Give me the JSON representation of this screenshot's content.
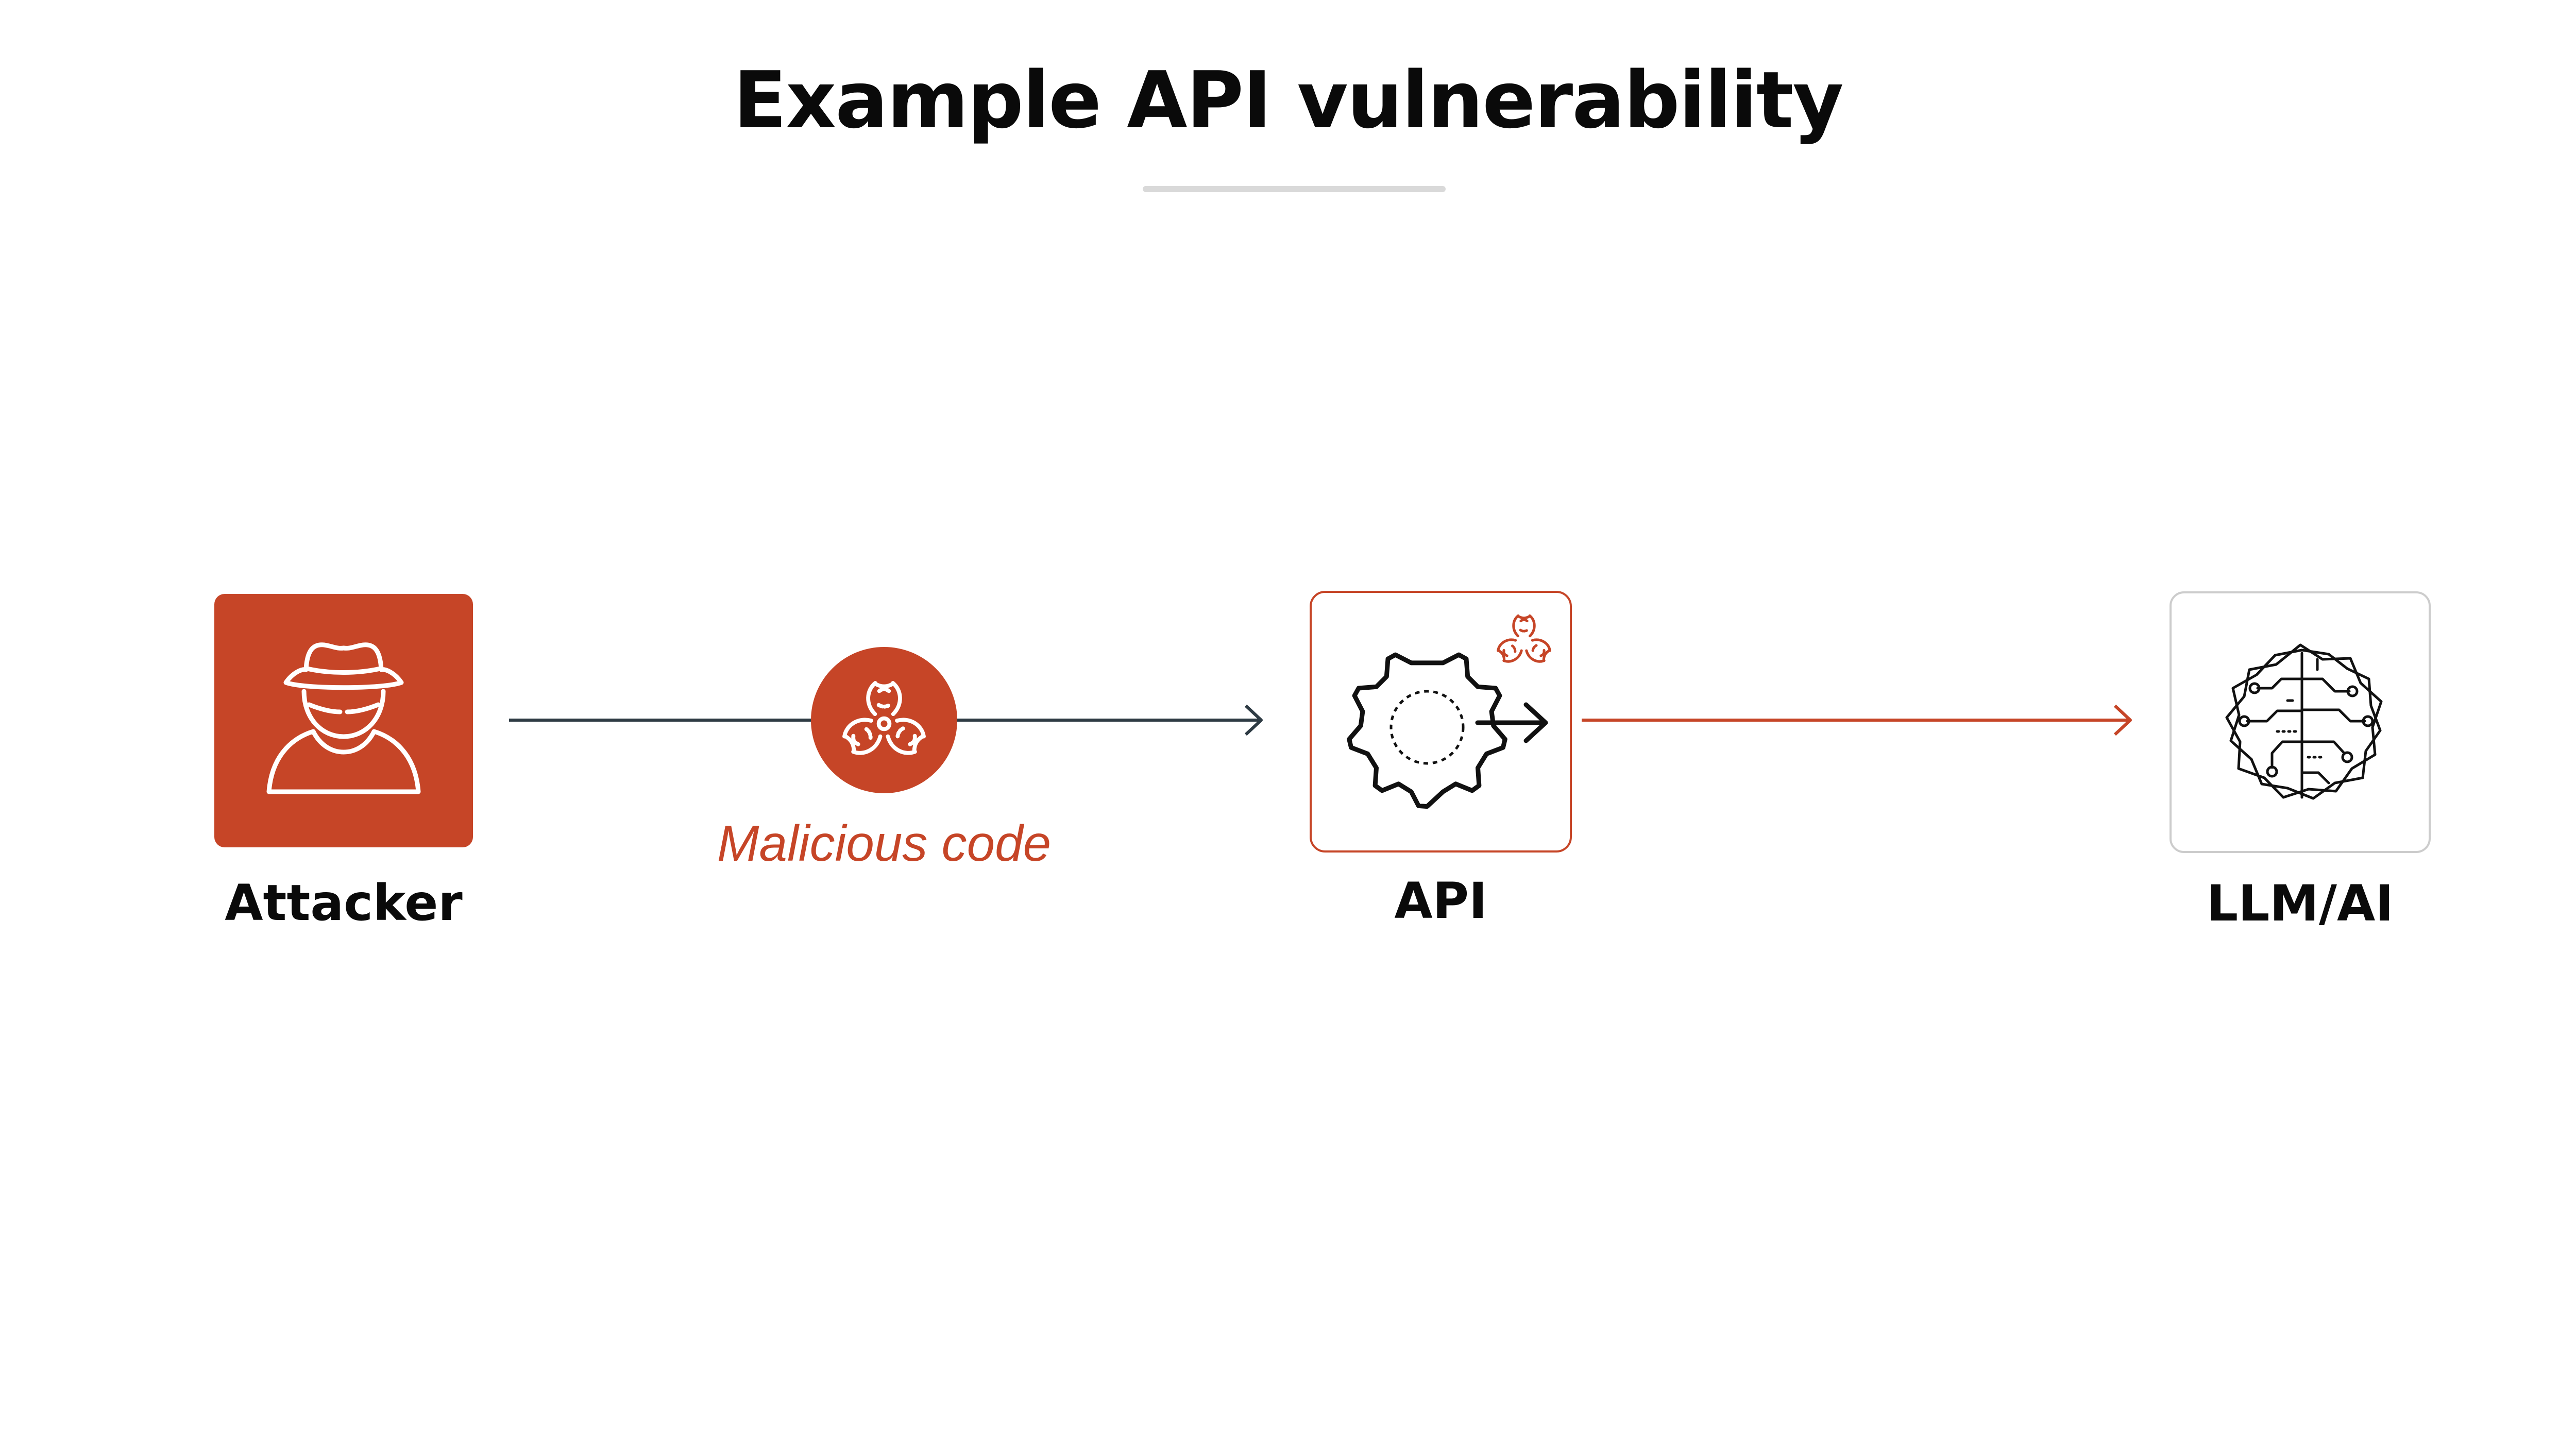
{
  "title": "Example API vulnerability",
  "nodes": {
    "attacker": {
      "label": "Attacker",
      "icon": "spy-icon"
    },
    "payload": {
      "label": "Malicious code",
      "icon": "biohazard-icon"
    },
    "api": {
      "label": "API",
      "icon": "gear-arrow-icon",
      "badge_icon": "biohazard-icon"
    },
    "llm": {
      "label": "LLM/AI",
      "icon": "circuit-brain-icon"
    }
  },
  "edges": [
    {
      "from": "attacker",
      "to": "api",
      "via": "payload"
    },
    {
      "from": "api",
      "to": "llm"
    }
  ],
  "colors": {
    "accent": "#c64527",
    "text": "#0a0a0a",
    "connector": "#2e3b44",
    "rule": "#d9d9d9",
    "box_border": "#cccccc"
  }
}
